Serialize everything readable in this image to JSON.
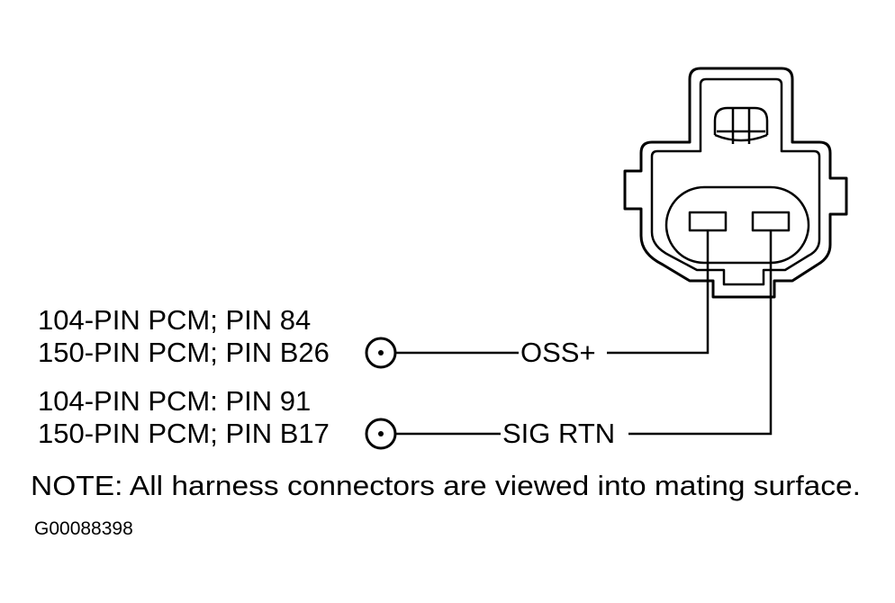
{
  "pins": {
    "oss": {
      "line1": "104-PIN PCM; PIN 84",
      "line2": "150-PIN PCM; PIN B26",
      "signal": "OSS+"
    },
    "sig_rtn": {
      "line1": "104-PIN PCM: PIN 91",
      "line2": "150-PIN PCM; PIN B17",
      "signal": "SIG RTN"
    }
  },
  "note": "NOTE:  All harness connectors are viewed into mating surface.",
  "figure_id": "G00088398"
}
